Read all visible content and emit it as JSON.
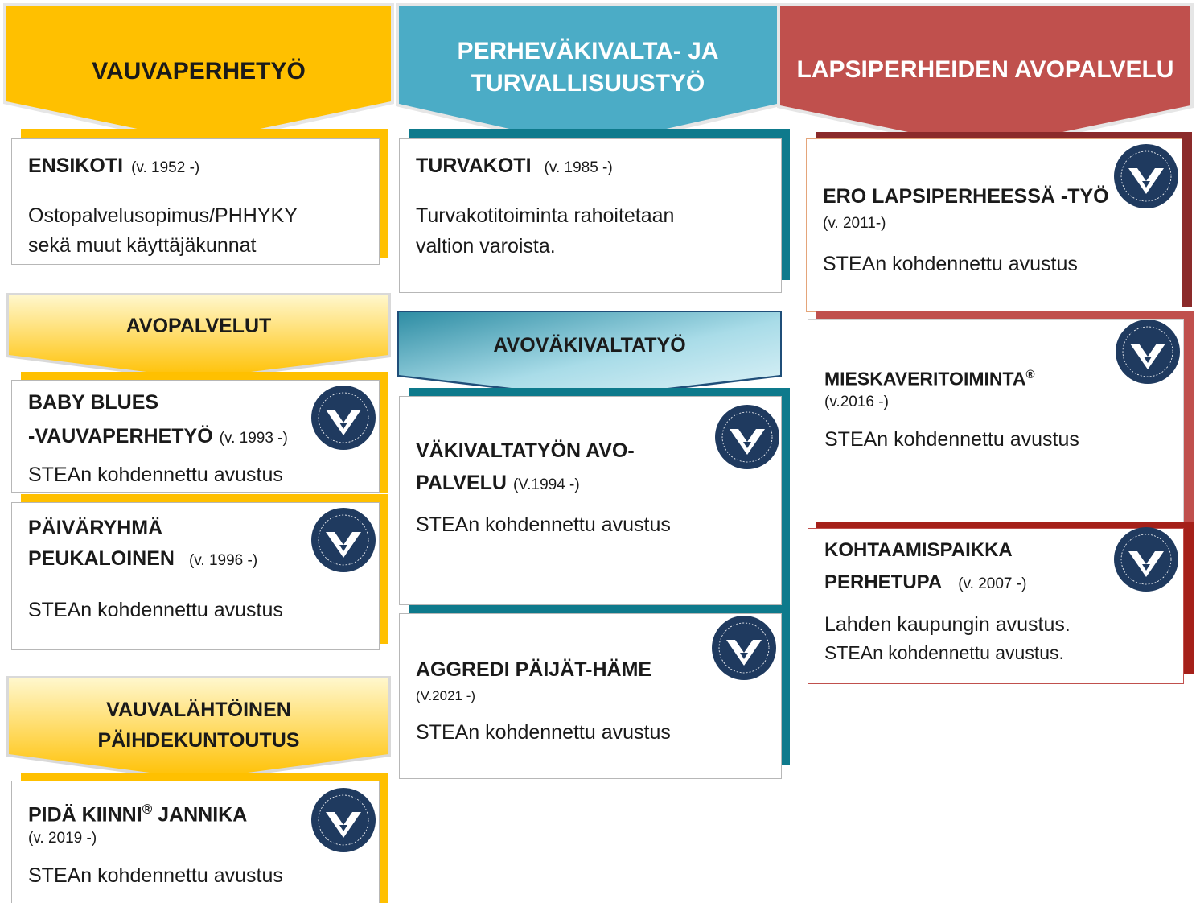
{
  "columns": [
    {
      "heading": "VAUVAPERHETYÖ",
      "color": "#FFC000"
    },
    {
      "heading_line1": "PERHEVÄKIVALTA- JA",
      "heading_line2": "TURVALLISUUSTYÖ",
      "color": "#4BACC6"
    },
    {
      "heading": "LAPSIPERHEIDEN AVOPALVELU",
      "color": "#C0504D"
    }
  ],
  "subheads": {
    "avopalvelut": "AVOPALVELUT",
    "vauvalahtoinen_1": "VAUVALÄHTÖINEN",
    "vauvalahtoinen_2": "PÄIHDEKUNTOUTUS",
    "avovakivalta": "AVOVÄKIVALTATYÖ"
  },
  "cards": {
    "ensikoti": {
      "title": "ENSIKOTI",
      "year": "(v. 1952 -)",
      "desc1": "Ostopalvelusopimus/PHHYKY",
      "desc2": "sekä muut käyttäjäkunnat"
    },
    "babyblues": {
      "title1": "BABY BLUES",
      "title2": "-VAUVAPERHETYÖ",
      "year": "(v. 1993 -)",
      "desc": "STEAn kohdennettu avustus"
    },
    "paivaryhma": {
      "title1": "PÄIVÄRYHMÄ",
      "title2": "PEUKALOINEN",
      "year": "(v. 1996 -)",
      "desc": "STEAn kohdennettu avustus"
    },
    "pidakiinni": {
      "title": "PIDÄ KIINNI",
      "reg": "®",
      "title_rest": " JANNIKA",
      "year": "(v. 2019 -)",
      "desc": "STEAn kohdennettu avustus"
    },
    "turvakoti": {
      "title": "TURVAKOTI",
      "year": "(v. 1985 -)",
      "desc1": "Turvakotitoiminta rahoitetaan",
      "desc2": "valtion varoista."
    },
    "vakivaltatyo": {
      "title1": "VÄKIVALTATYÖN AVO-",
      "title2": "PALVELU",
      "year": "(V.1994 -)",
      "desc": "STEAn kohdennettu avustus"
    },
    "aggredi": {
      "title": "AGGREDI PÄIJÄT-HÄME",
      "year": "(V.2021 -)",
      "desc": "STEAn kohdennettu avustus"
    },
    "ero": {
      "title": "ERO LAPSIPERHEESSÄ -TYÖ",
      "year": "(v. 2011-)",
      "desc": "STEAn kohdennettu avustus"
    },
    "mieskaveri": {
      "title": "MIESKAVERITOIMINTA",
      "reg": "®",
      "year": "(v.2016 -)",
      "desc": "STEAn kohdennettu avustus"
    },
    "kohtaamis": {
      "title1": "KOHTAAMISPAIKKA",
      "title2": "PERHETUPA",
      "year": "(v. 2007 -)",
      "desc1": "Lahden kaupungin avustus.",
      "desc2": "STEAn kohdennettu avustus."
    }
  },
  "badge": {
    "icon": "veikkaus-support-badge",
    "color": "#1F3A5F"
  }
}
